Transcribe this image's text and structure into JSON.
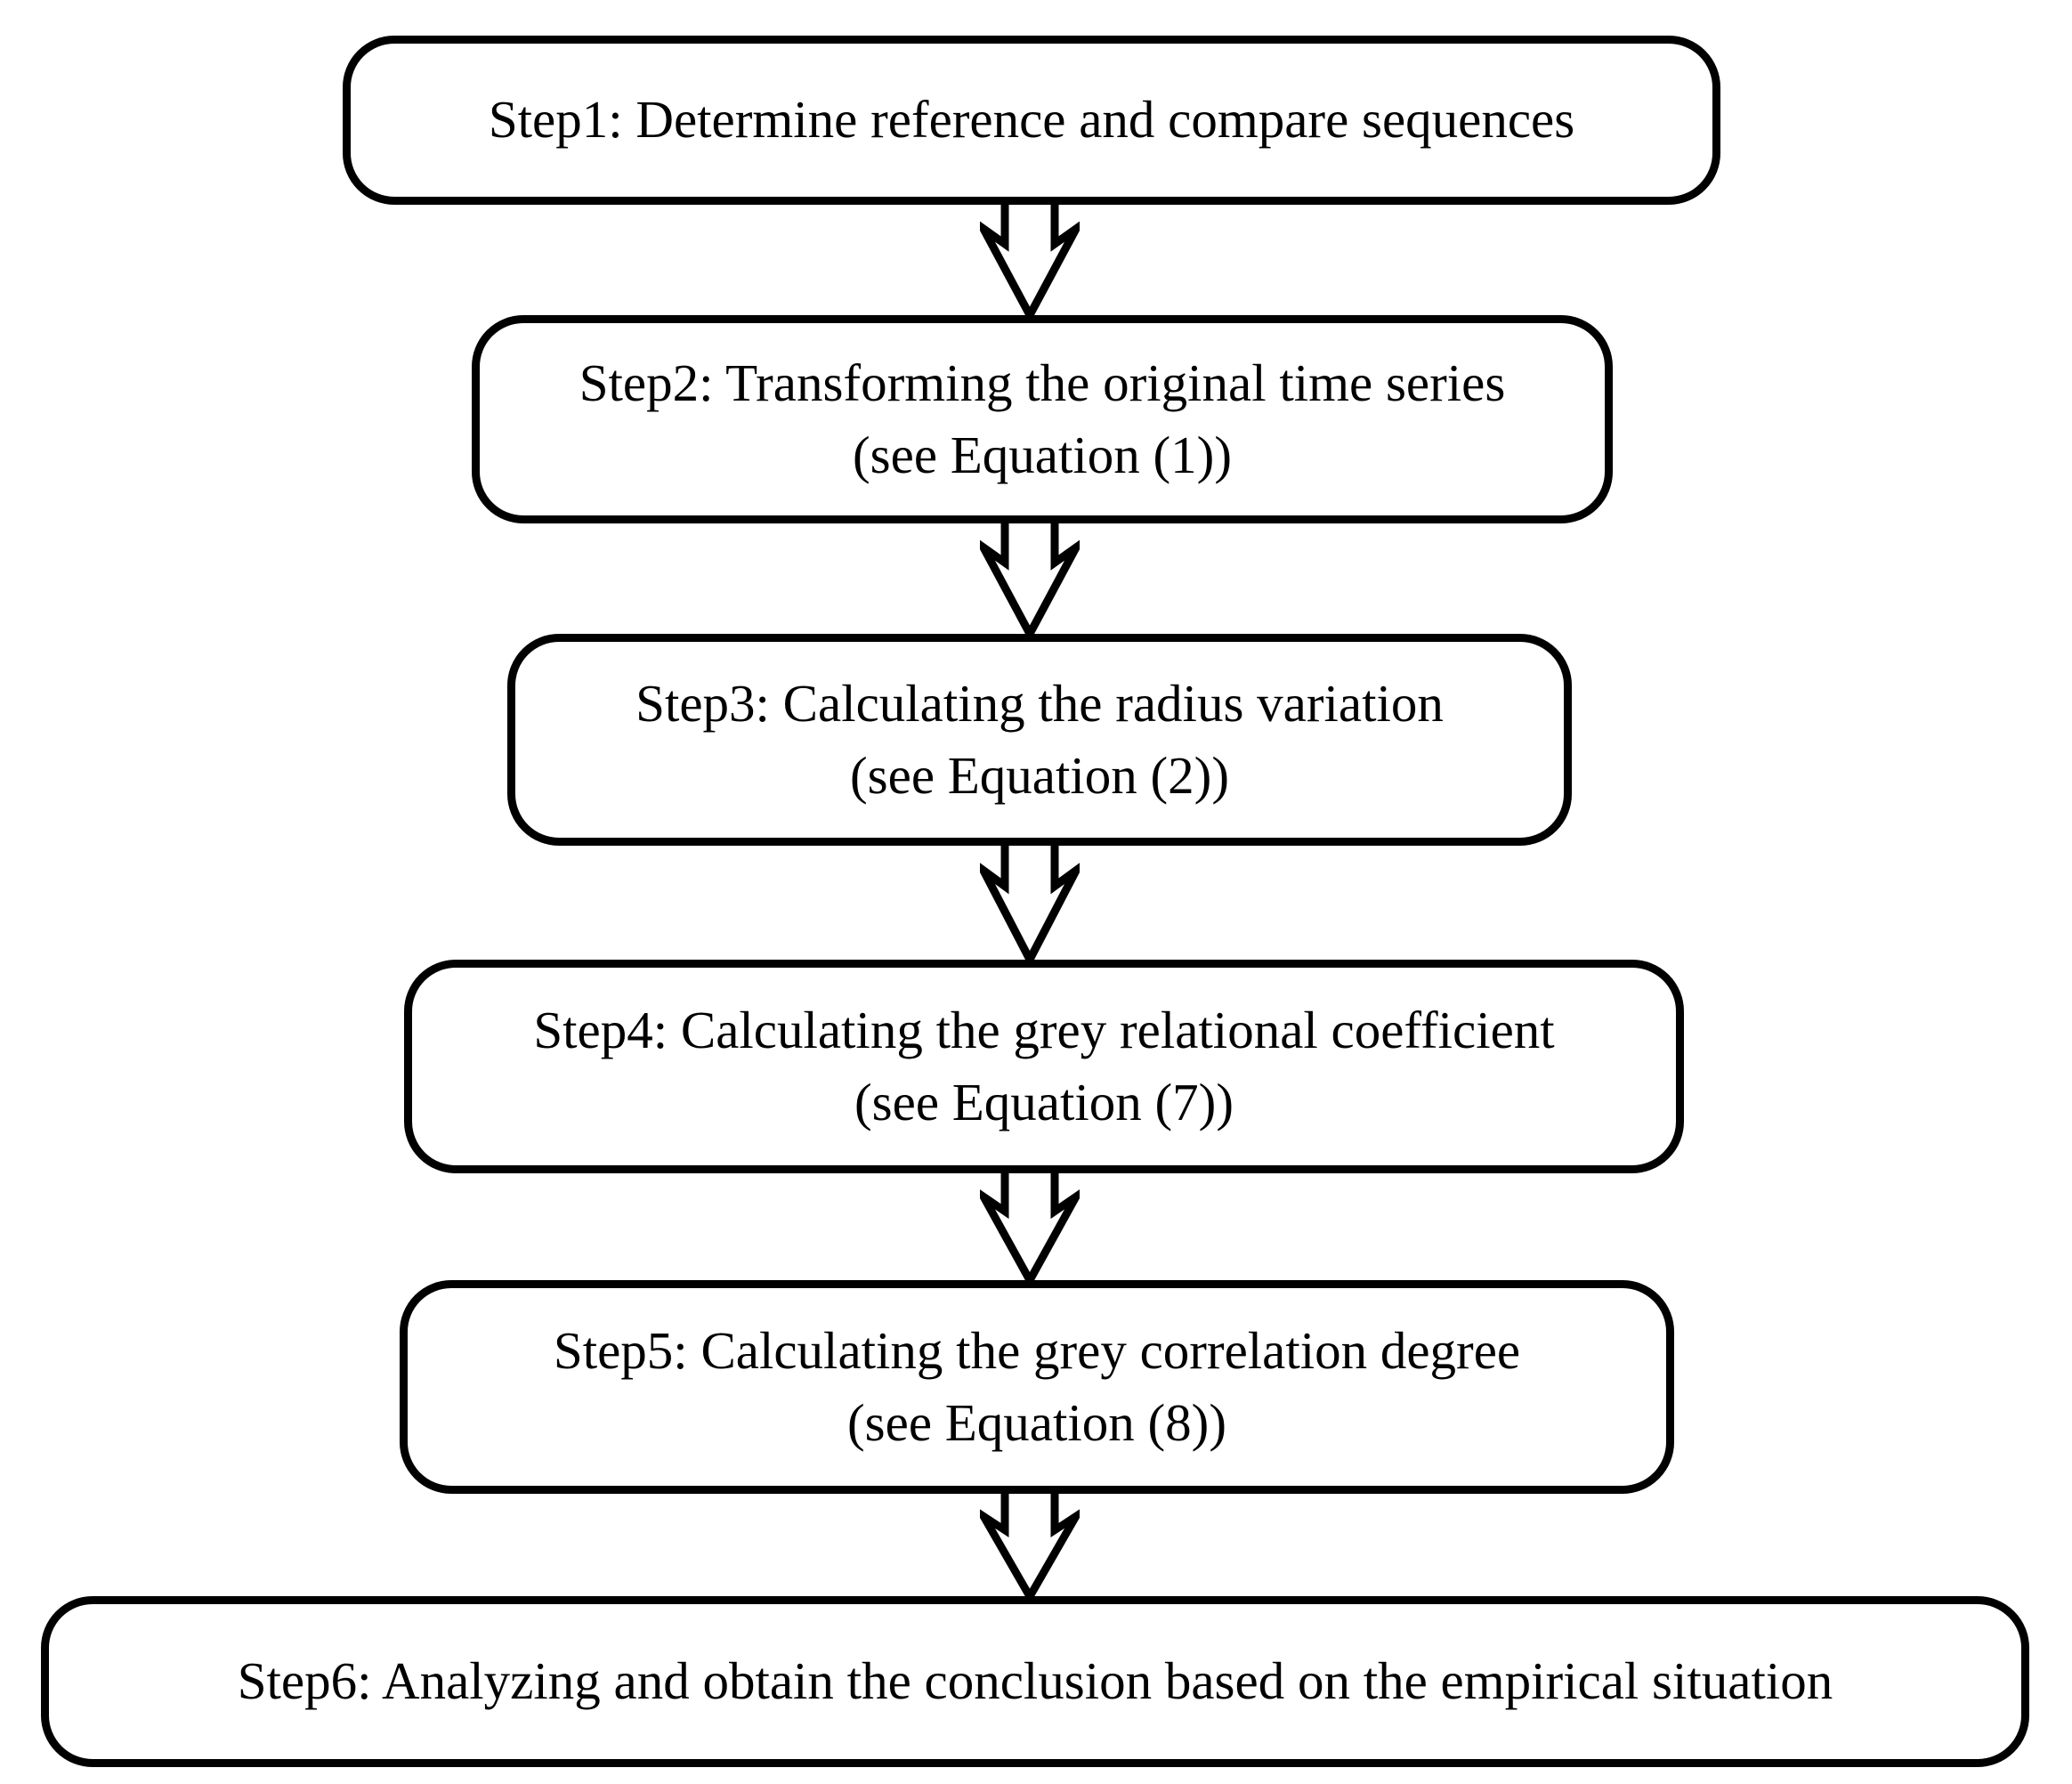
{
  "diagram": {
    "type": "flowchart",
    "colors": {
      "background": "#ffffff",
      "box_border": "#000000",
      "text": "#000000"
    },
    "steps": [
      {
        "id": 1,
        "line1": "Step1: Determine reference and compare sequences"
      },
      {
        "id": 2,
        "line1": "Step2: Transforming the original time series",
        "line2": "(see Equation (1))"
      },
      {
        "id": 3,
        "line1": "Step3: Calculating the radius variation",
        "line2": "(see Equation (2))"
      },
      {
        "id": 4,
        "line1": "Step4: Calculating the grey relational coefficient",
        "line2": "(see Equation (7))"
      },
      {
        "id": 5,
        "line1": "Step5: Calculating the grey correlation degree",
        "line2": "(see Equation (8))"
      },
      {
        "id": 6,
        "line1": "Step6: Analyzing and obtain the conclusion based on the empirical situation"
      }
    ]
  }
}
